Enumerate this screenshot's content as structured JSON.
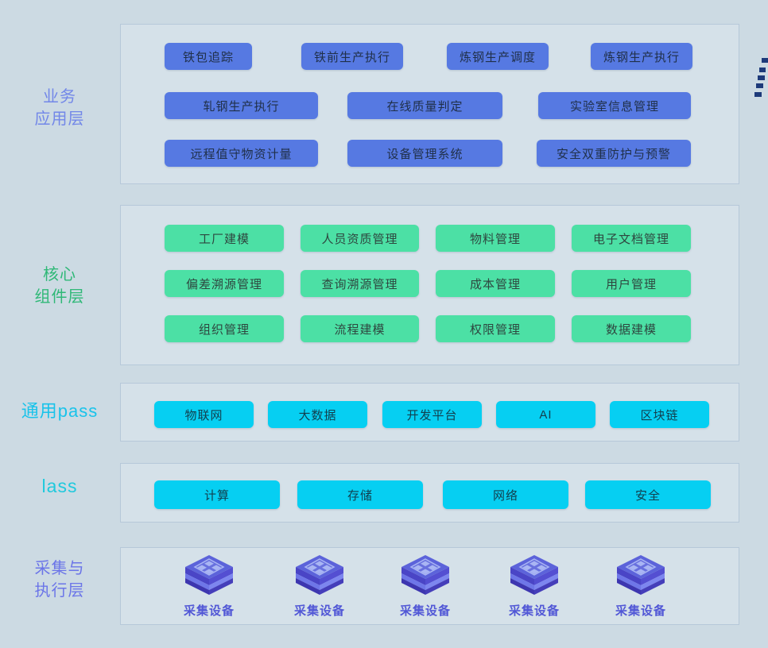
{
  "colors": {
    "background": "#ccdae3",
    "panel_fill": "#d5e1e9",
    "panel_border": "#b6c8d9",
    "business_accent": "#5679e2",
    "core_accent": "#4ce0a5",
    "paas_accent": "#06cff2",
    "business_label_color": "#7287e8",
    "core_label_color": "#2fb877",
    "paas_label_color": "#19c3ea",
    "iaas_label_color": "#1fc9dd",
    "collect_label_color": "#6b75e8",
    "device_cube_color": "#5a5fd9",
    "edge_dash_color": "#1d3a7a"
  },
  "business": {
    "label": "业务\n应用层",
    "row1": [
      "铁包追踪",
      "铁前生产执行",
      "炼钢生产调度",
      "炼钢生产执行"
    ],
    "row2": [
      "轧钢生产执行",
      "在线质量判定",
      "实验室信息管理"
    ],
    "row3": [
      "远程值守物资计量",
      "设备管理系统",
      "安全双重防护与预警"
    ]
  },
  "core": {
    "label": "核心\n组件层",
    "row1": [
      "工厂建模",
      "人员资质管理",
      "物料管理",
      "电子文档管理"
    ],
    "row2": [
      "偏差溯源管理",
      "查询溯源管理",
      "成本管理",
      "用户管理"
    ],
    "row3": [
      "组织管理",
      "流程建模",
      "权限管理",
      "数据建模"
    ]
  },
  "paas": {
    "label": "通用pass",
    "items": [
      "物联网",
      "大数据",
      "开发平台",
      "AI",
      "区块链"
    ]
  },
  "iaas": {
    "label": "lass",
    "items": [
      "计算",
      "存储",
      "网络",
      "安全"
    ]
  },
  "collect": {
    "label": "采集与\n执行层",
    "devices": [
      "采集设备",
      "采集设备",
      "采集设备",
      "采集设备",
      "采集设备"
    ]
  }
}
